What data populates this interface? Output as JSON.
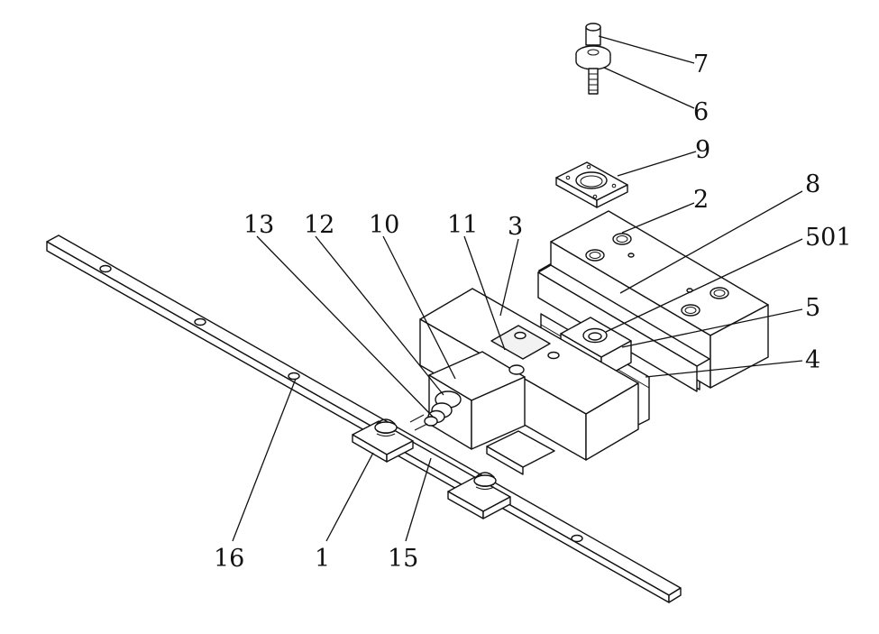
{
  "labels": [
    {
      "id": "7",
      "text": "7"
    },
    {
      "id": "6",
      "text": "6"
    },
    {
      "id": "9",
      "text": "9"
    },
    {
      "id": "2",
      "text": "2"
    },
    {
      "id": "8",
      "text": "8"
    },
    {
      "id": "501",
      "text": "501"
    },
    {
      "id": "5",
      "text": "5"
    },
    {
      "id": "4",
      "text": "4"
    },
    {
      "id": "3",
      "text": "3"
    },
    {
      "id": "11",
      "text": "11"
    },
    {
      "id": "10",
      "text": "10"
    },
    {
      "id": "12",
      "text": "12"
    },
    {
      "id": "13",
      "text": "13"
    },
    {
      "id": "16",
      "text": "16"
    },
    {
      "id": "1",
      "text": "1"
    },
    {
      "id": "15",
      "text": "15"
    }
  ]
}
